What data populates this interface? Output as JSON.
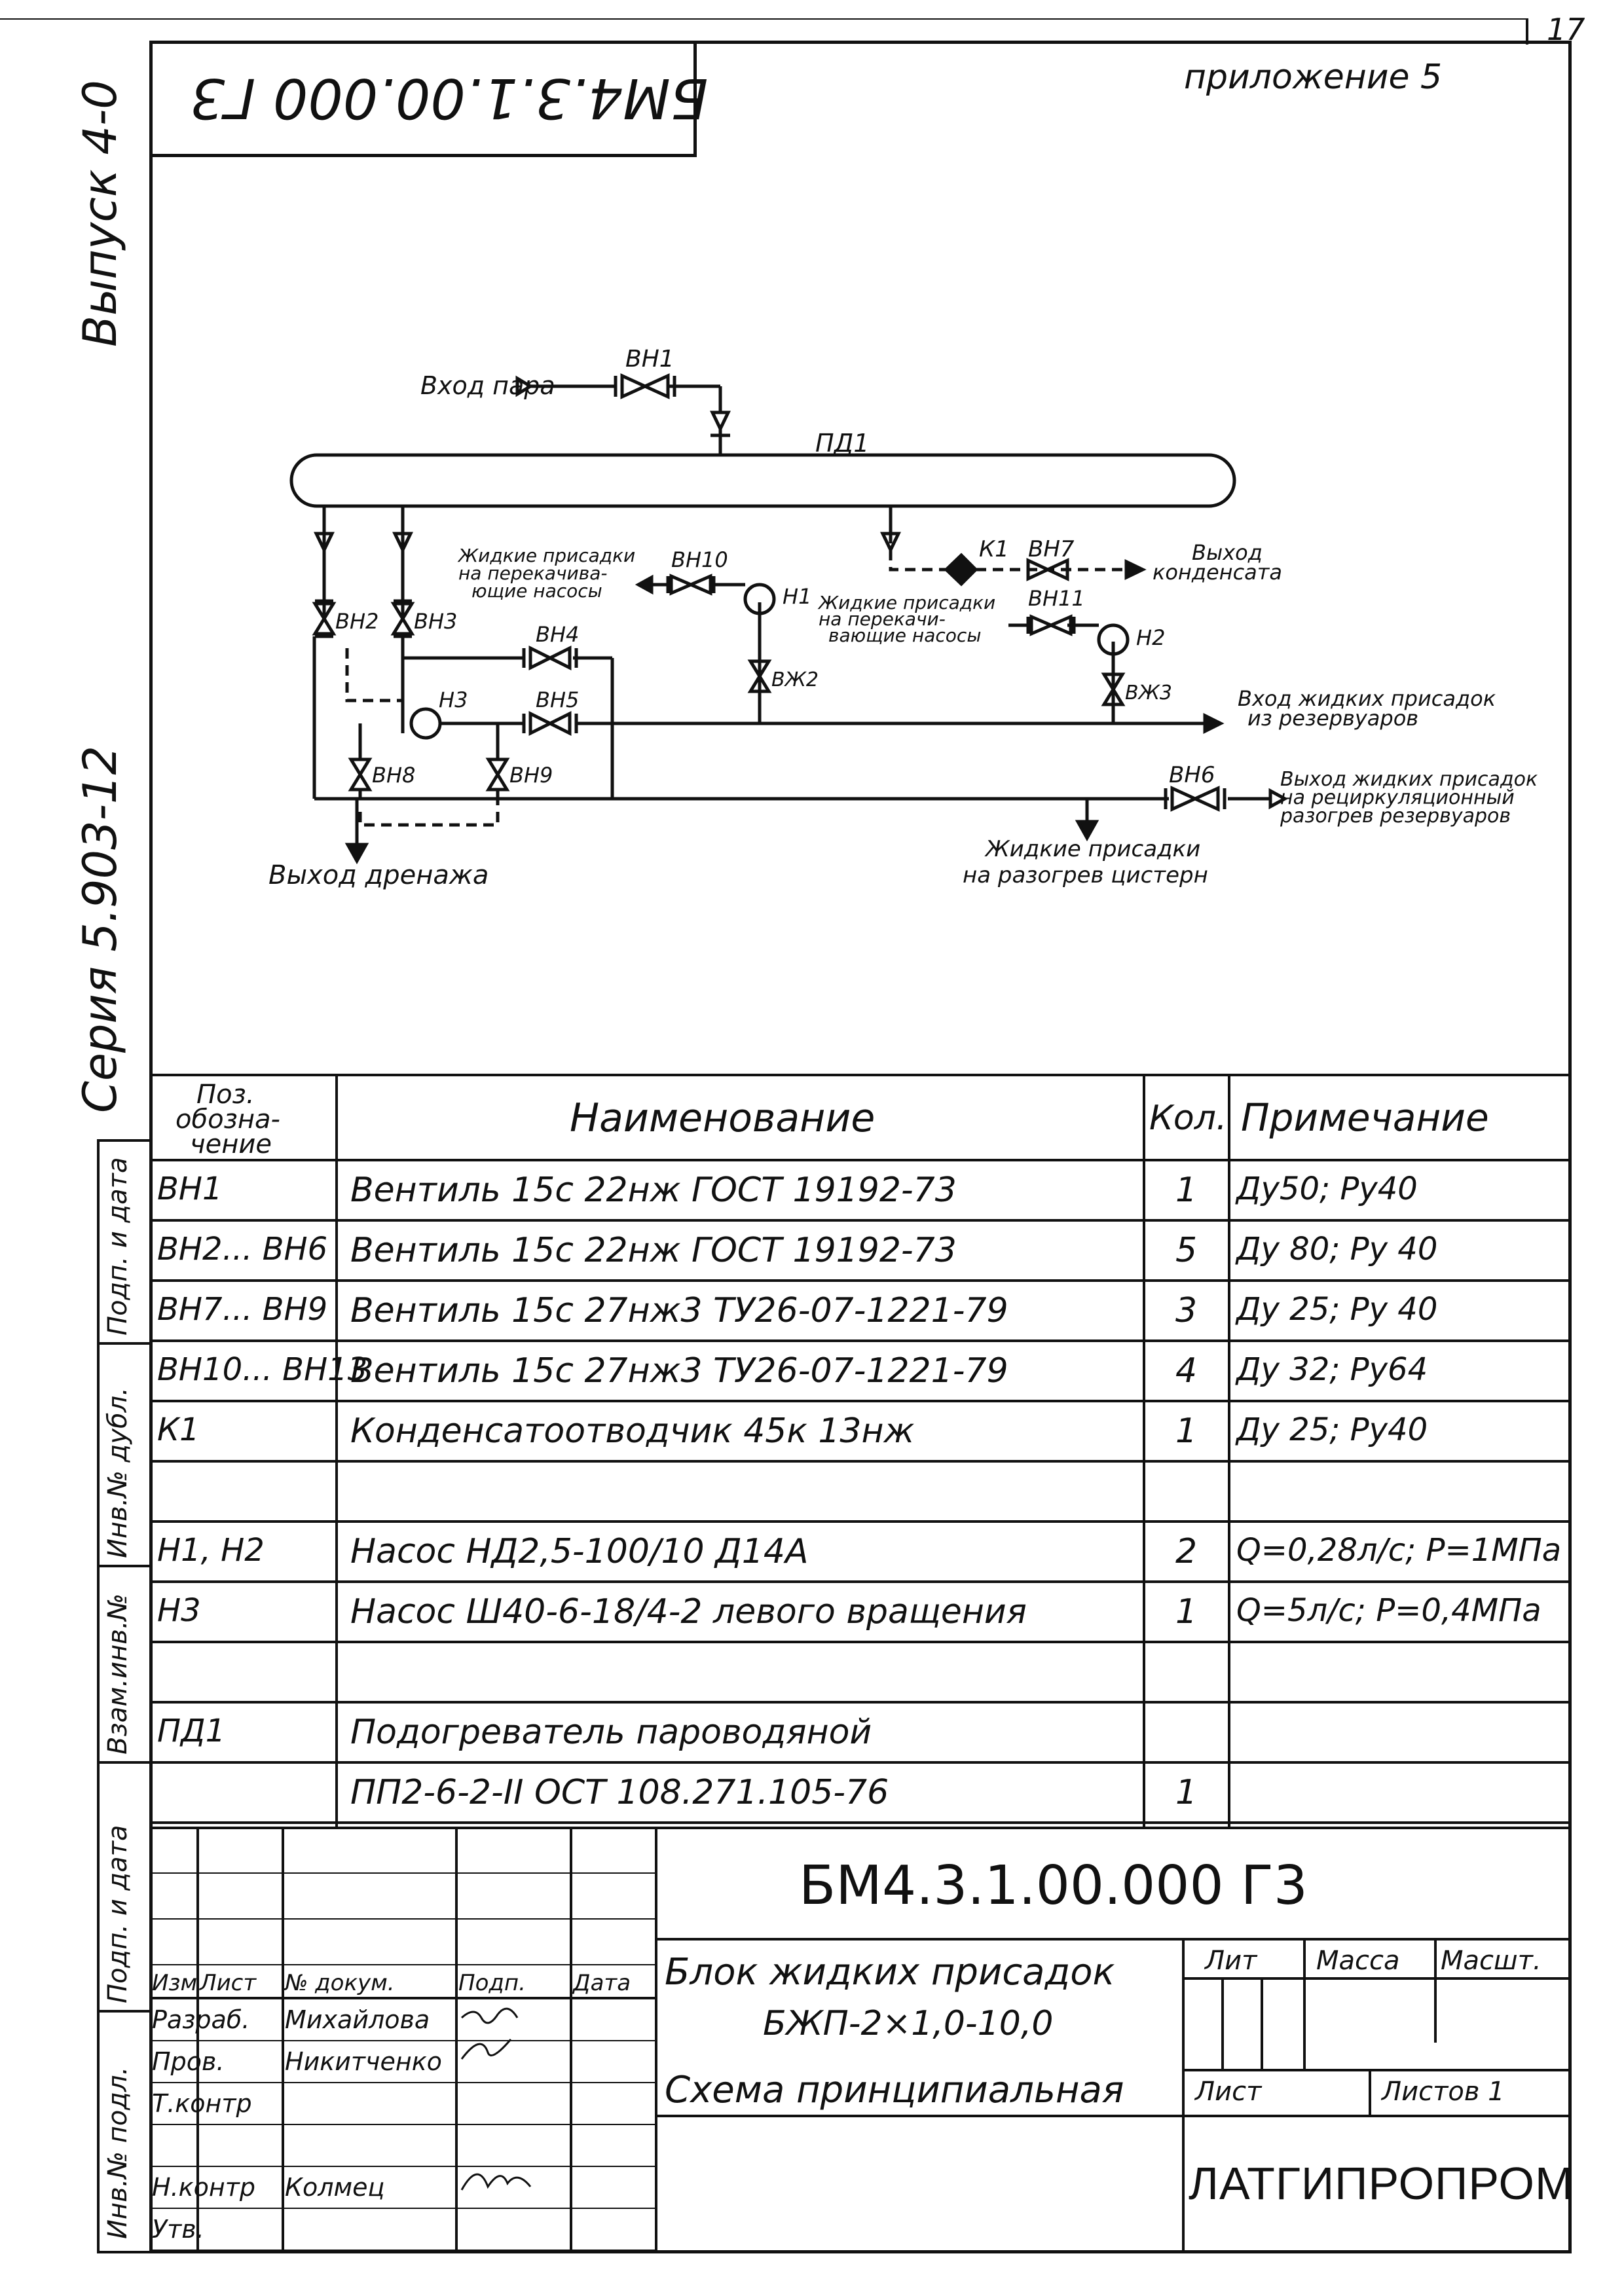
{
  "sheet": {
    "page_number": "17",
    "appendix": "приложение 5",
    "doc_code_rotated": "БМ4.3.1.00.000 Г3",
    "issue": "Выпуск 4-0",
    "series": "Серия 5.903-12",
    "side_labels": [
      "Подп. и дата",
      "Инв.№ дубл.",
      "Взам.инв.№",
      "Подп. и дата",
      "Инв.№ подл."
    ]
  },
  "schema": {
    "labels": {
      "steam_in": "Вход пара",
      "vn1": "ВН1",
      "pd1": "ПД1",
      "vn2": "ВН2",
      "vn3": "ВН3",
      "vn4": "ВН4",
      "vn5": "ВН5",
      "vn6": "ВН6",
      "vn7": "ВН7",
      "vn8": "ВН8",
      "vn9": "ВН9",
      "vn10": "ВН10",
      "vn11": "ВН11",
      "vzh2": "ВЖ2",
      "vzh3": "ВЖ3",
      "k1": "К1",
      "n1": "Н1",
      "n2": "Н2",
      "n3": "Н3",
      "to_pumps_1": [
        "Жидкие присадки",
        "на перекачива-",
        "ющие насосы"
      ],
      "to_pumps_2": [
        "Жидкие присадки",
        "на перекачи-",
        "вающие насосы"
      ],
      "condensate_out": [
        "Выход",
        "конденсата"
      ],
      "liquid_in": [
        "Вход жидких присадок",
        "из резервуаров"
      ],
      "liquid_out": [
        "Выход жидких присадок",
        "на рециркуляционный",
        "разогрев резервуаров"
      ],
      "to_tanks": [
        "Жидкие присадки",
        "на разогрев цистерн"
      ],
      "drain_out": "Выход дренажа"
    }
  },
  "spec_table": {
    "headers": {
      "pos": [
        "Поз.",
        "обозна-",
        "чение"
      ],
      "name": "Наименование",
      "qty": "Кол.",
      "note": "Примечание"
    },
    "rows": [
      {
        "pos": "ВН1",
        "name": "Вентиль 15с 22нж ГОСТ 19192-73",
        "qty": "1",
        "note": "Ду50; Ру40"
      },
      {
        "pos": "ВН2... ВН6",
        "name": "Вентиль 15с 22нж ГОСТ 19192-73",
        "qty": "5",
        "note": "Ду 80; Ру 40"
      },
      {
        "pos": "ВН7... ВН9",
        "name": "Вентиль 15с 27нж3 ТУ26-07-1221-79",
        "qty": "3",
        "note": "Ду 25; Ру 40"
      },
      {
        "pos": "ВН10... ВН13",
        "name": "Вентиль 15с 27нж3 ТУ26-07-1221-79",
        "qty": "4",
        "note": "Ду 32; Ру64"
      },
      {
        "pos": "К1",
        "name": "Конденсатоотводчик 45к 13нж",
        "qty": "1",
        "note": "Ду 25; Ру40"
      },
      {
        "pos": "",
        "name": "",
        "qty": "",
        "note": ""
      },
      {
        "pos": "Н1, Н2",
        "name": "Насос НД2,5-100/10 Д14А",
        "qty": "2",
        "note": "Q=0,28л/с; P=1МПа"
      },
      {
        "pos": "Н3",
        "name": "Насос Ш40-6-18/4-2 левого вращения",
        "qty": "1",
        "note": "Q=5л/с; P=0,4МПа"
      },
      {
        "pos": "",
        "name": "",
        "qty": "",
        "note": ""
      },
      {
        "pos": "ПД1",
        "name": "Подогреватель пароводяной",
        "qty": "",
        "note": ""
      },
      {
        "pos": "",
        "name": "ПП2-6-2-II  ОСТ 108.271.105-76",
        "qty": "1",
        "note": ""
      }
    ]
  },
  "title_block": {
    "code": "БМ4.3.1.00.000 Г3",
    "title_1": "Блок жидких присадок",
    "title_2": "БЖП-2×1,0-10,0",
    "subtitle": "Схема принципиальная",
    "cols": [
      "Изм",
      "Лист",
      "№ докум.",
      "Подп.",
      "Дата"
    ],
    "roles": [
      {
        "role": "Разраб.",
        "name": "Михайлова"
      },
      {
        "role": "Пров.",
        "name": "Никитченко"
      },
      {
        "role": "Т.контр",
        "name": ""
      },
      {
        "role": "",
        "name": ""
      },
      {
        "role": "Н.контр",
        "name": "Колмец"
      },
      {
        "role": "Утв.",
        "name": ""
      }
    ],
    "lit": "Лит",
    "mass": "Масса",
    "scale": "Масшт.",
    "sheet": "Лист",
    "sheets": "Листов 1",
    "org": "ЛАТГИПРОПРОМ"
  }
}
